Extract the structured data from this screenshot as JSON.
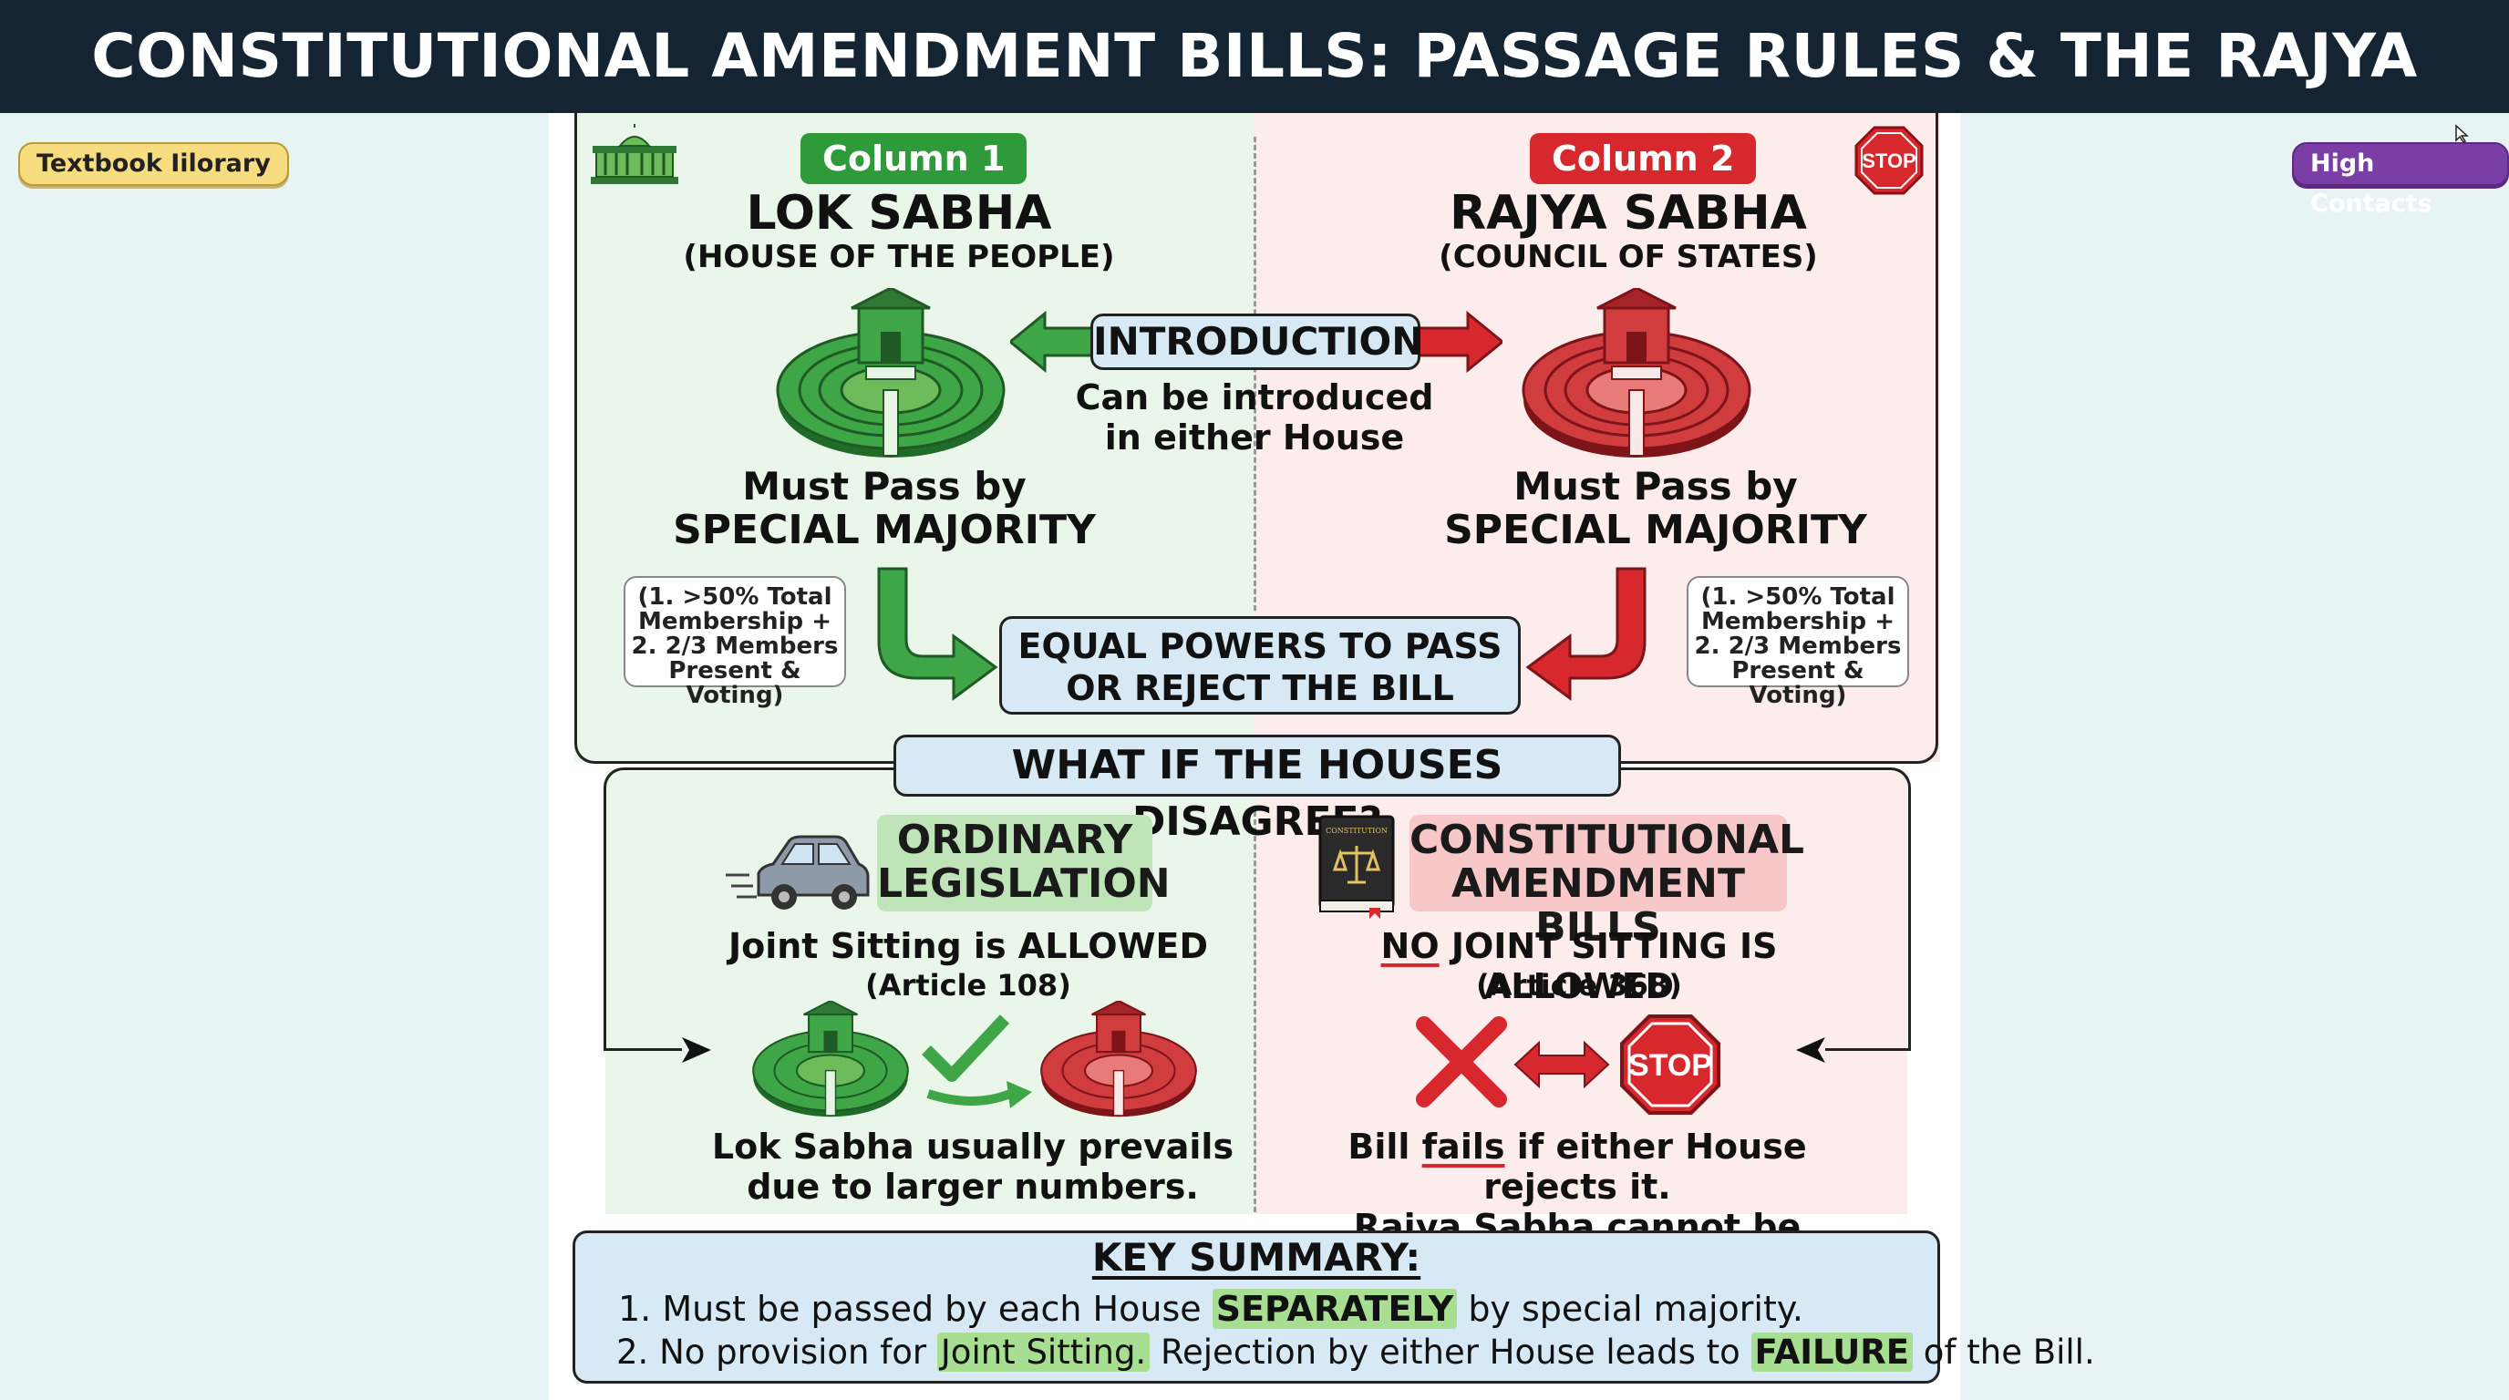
{
  "header": {
    "title": "CONSTITUTIONAL AMENDMENT BILLS: PASSAGE RULES & THE RAJYA SABHA"
  },
  "side": {
    "left_label": "Textbook Iilorary",
    "right_label": "High Contacts"
  },
  "col1": {
    "tag": "Column 1",
    "title": "LOK SABHA",
    "subtitle": "(HOUSE OF THE PEOPLE)",
    "pass_line1": "Must Pass by",
    "pass_line2": "SPECIAL MAJORITY",
    "note": [
      "(1. >50% Total",
      "Membership +",
      "2. 2/3 Members",
      "Present & Voting)"
    ]
  },
  "col2": {
    "tag": "Column 2",
    "title": "RAJYA SABHA",
    "subtitle": "(COUNCIL OF STATES)",
    "pass_line1": "Must Pass by",
    "pass_line2": "SPECIAL MAJORITY",
    "note": [
      "(1. >50% Total",
      "Membership +",
      "2. 2/3 Members",
      "Present & Voting)"
    ],
    "stop_icon": "STOP"
  },
  "intro": {
    "label": "INTRODUCTION",
    "line1": "Can be introduced",
    "line2": "in either House"
  },
  "equal": {
    "line1": "EQUAL POWERS TO PASS",
    "line2": "OR REJECT THE BILL"
  },
  "disagree": {
    "label": "WHAT IF THE HOUSES DISAGREE?"
  },
  "ordinary": {
    "line1": "ORDINARY",
    "line2": "LEGISLATION",
    "rule": "Joint Sitting is ALLOWED",
    "article": "(Article 108)",
    "result1": "Lok Sabha usually prevails",
    "result2": "due to larger numbers."
  },
  "amendment": {
    "line1": "CONSTITUTIONAL",
    "line2": "AMENDMENT BILLS",
    "rule_neg": "NO",
    "rule_rest": " JOINT SITTING IS ALLOWED",
    "article": "(Article 368)",
    "book_label": "CONSTITUTION",
    "stop_label": "STOP",
    "r1a": "Bill ",
    "r1b": "fails",
    "r1c": " if either House rejects it.",
    "r2a": "Rajya Sabha ",
    "r2b": "cannot",
    "r2c": " be bypassed."
  },
  "summary": {
    "title": "KEY SUMMARY:",
    "l1a": "1. Must be passed by each House ",
    "l1b": "SEPARATELY",
    "l1c": " by special majority.",
    "l2a": "2. No provision for ",
    "l2b": "Joint Sitting.",
    "l2c": " Rejection by either House leads to ",
    "l2d": "FAILURE",
    "l2e": " of the Bill."
  },
  "colors": {
    "green": "#2e9a3a",
    "red": "#d7282e",
    "navy": "#142432",
    "light_blue": "#d6e9f4"
  }
}
